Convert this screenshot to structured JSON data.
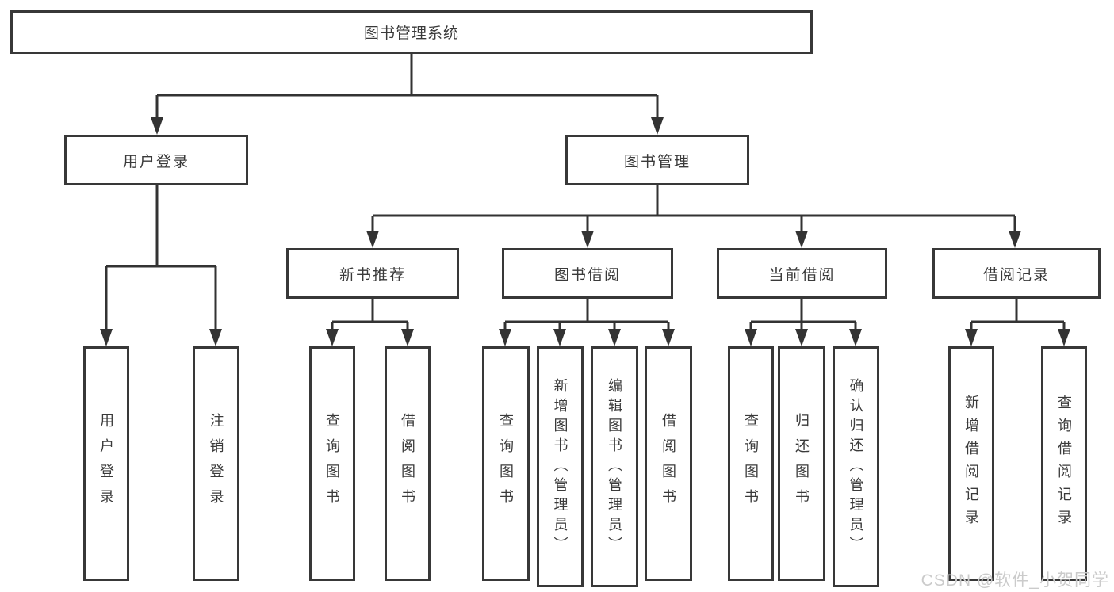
{
  "tree": {
    "label": "图书管理系统",
    "children": [
      {
        "label": "用户登录",
        "children": [
          {
            "label": "用户登录"
          },
          {
            "label": "注销登录"
          }
        ]
      },
      {
        "label": "图书管理",
        "children": [
          {
            "label": "新书推荐",
            "children": [
              {
                "label": "查询图书"
              },
              {
                "label": "借阅图书"
              }
            ]
          },
          {
            "label": "图书借阅",
            "children": [
              {
                "label": "查询图书"
              },
              {
                "label": "新增图书（管理员）"
              },
              {
                "label": "编辑图书（管理员）"
              },
              {
                "label": "借阅图书"
              }
            ]
          },
          {
            "label": "当前借阅",
            "children": [
              {
                "label": "查询图书"
              },
              {
                "label": "归还图书"
              },
              {
                "label": "确认归还（管理员）"
              }
            ]
          },
          {
            "label": "借阅记录",
            "children": [
              {
                "label": "新增借阅记录"
              },
              {
                "label": "查询借阅记录"
              }
            ]
          }
        ]
      }
    ]
  },
  "watermark": {
    "text": "CSDN @软件_小贺同学"
  },
  "colors": {
    "line": "#333333",
    "box_border": "#383838",
    "text": "#3a3a3a",
    "background": "#ffffff",
    "watermark_text": "#cbcbcb"
  }
}
